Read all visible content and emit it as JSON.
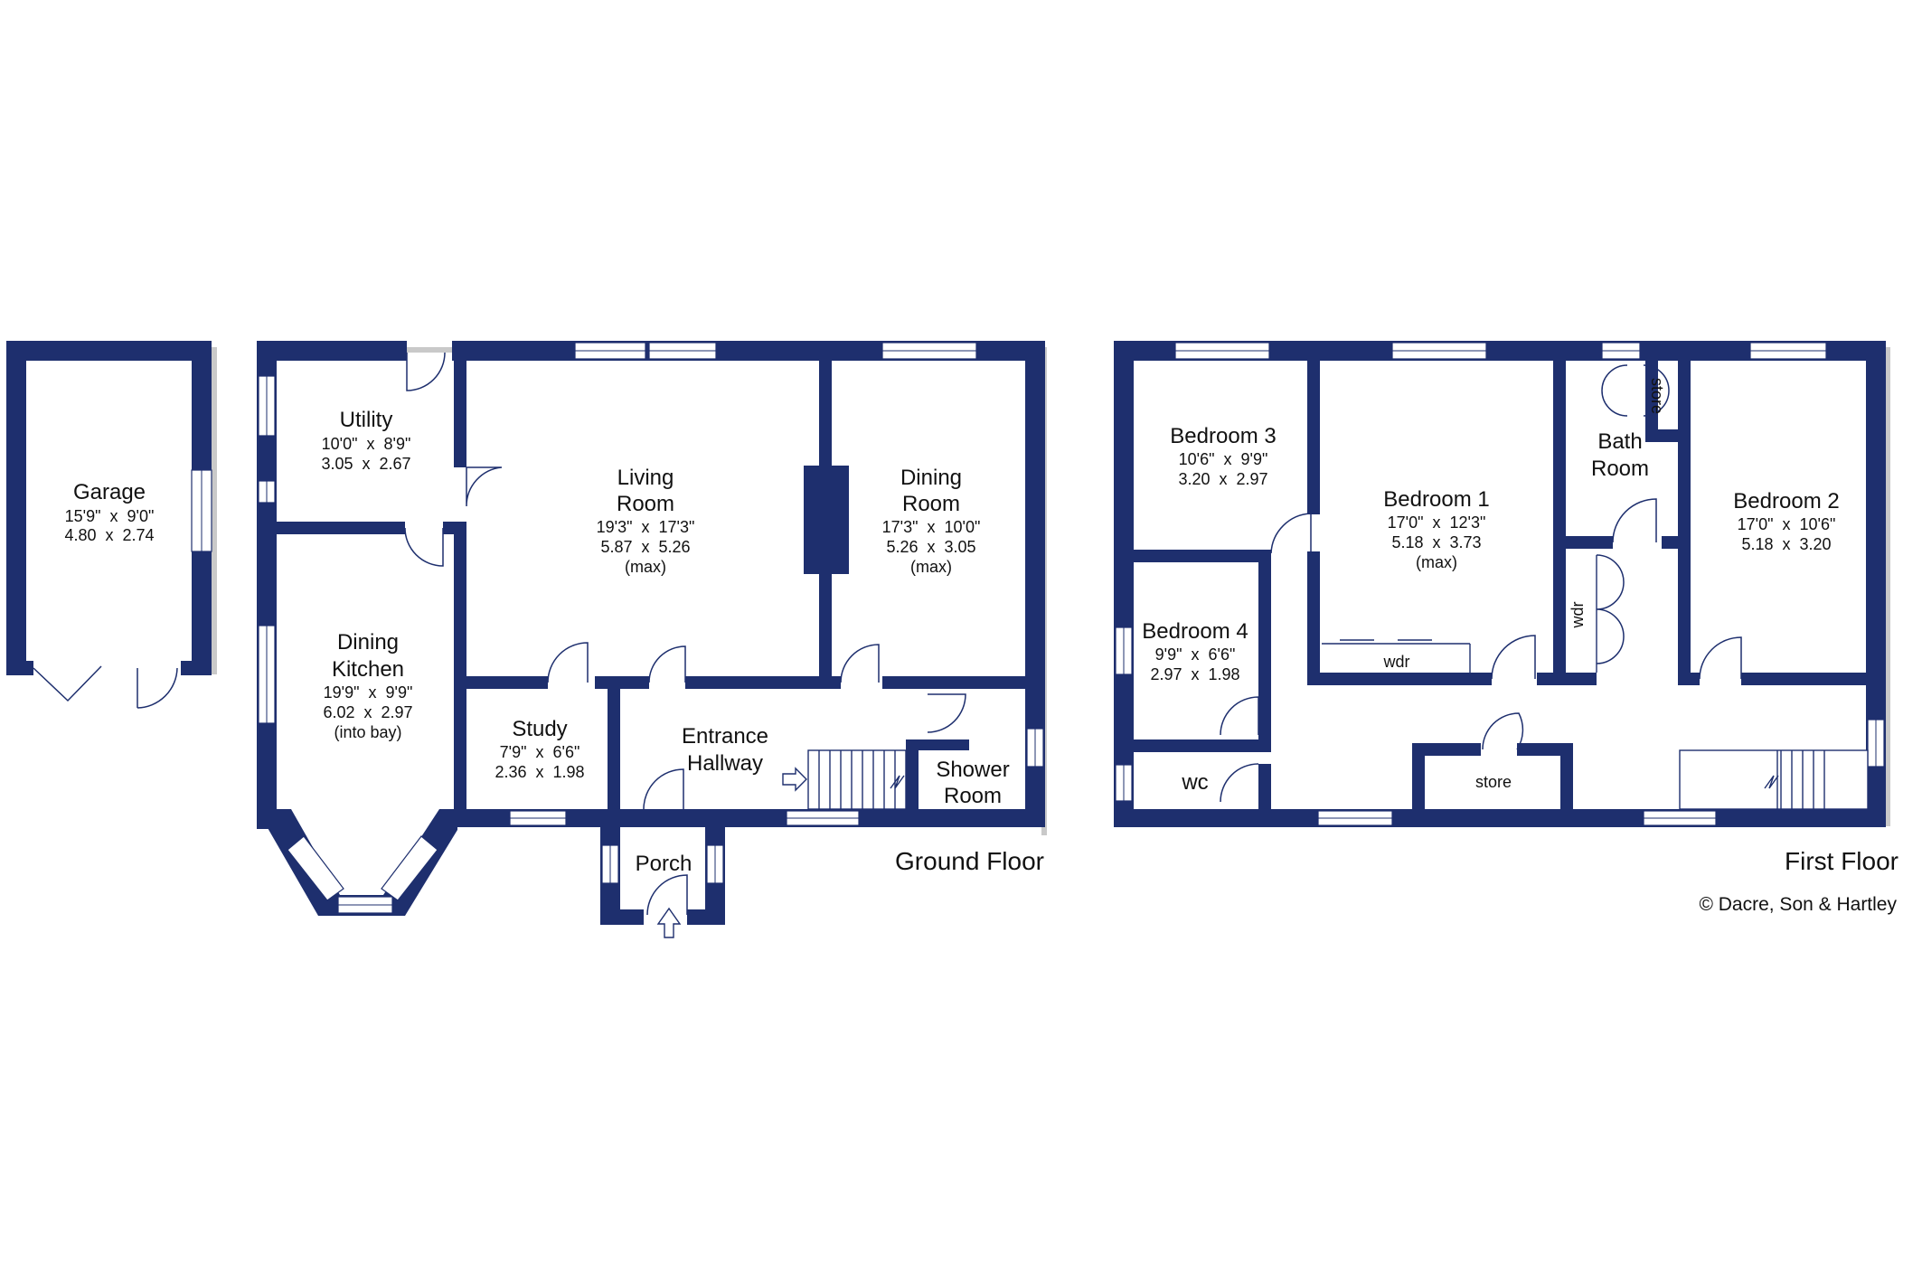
{
  "ground_floor": {
    "label": "Ground Floor",
    "garage": {
      "name": "Garage",
      "dim_imperial": "15'9\"  x  9'0\"",
      "dim_metric": "4.80  x  2.74"
    },
    "utility": {
      "name": "Utility",
      "dim_imperial": "10'0\"  x  8'9\"",
      "dim_metric": "3.05  x  2.67"
    },
    "living_room": {
      "name_line1": "Living",
      "name_line2": "Room",
      "dim_imperial": "19'3\"  x  17'3\"",
      "dim_metric": "5.87  x  5.26",
      "note": "(max)"
    },
    "dining_room": {
      "name_line1": "Dining",
      "name_line2": "Room",
      "dim_imperial": "17'3\"  x  10'0\"",
      "dim_metric": "5.26  x  3.05",
      "note": "(max)"
    },
    "dining_kitchen": {
      "name_line1": "Dining",
      "name_line2": "Kitchen",
      "dim_imperial": "19'9\"  x  9'9\"",
      "dim_metric": "6.02  x  2.97",
      "note": "(into bay)"
    },
    "study": {
      "name": "Study",
      "dim_imperial": "7'9\"  x  6'6\"",
      "dim_metric": "2.36  x  1.98"
    },
    "entrance_hallway": {
      "name_line1": "Entrance",
      "name_line2": "Hallway"
    },
    "shower_room": {
      "name_line1": "Shower",
      "name_line2": "Room"
    },
    "porch": {
      "name": "Porch"
    }
  },
  "first_floor": {
    "label": "First Floor",
    "bedroom3": {
      "name": "Bedroom 3",
      "dim_imperial": "10'6\"  x  9'9\"",
      "dim_metric": "3.20  x  2.97"
    },
    "bedroom1": {
      "name": "Bedroom 1",
      "dim_imperial": "17'0\"  x  12'3\"",
      "dim_metric": "5.18  x  3.73",
      "note": "(max)"
    },
    "bedroom2": {
      "name": "Bedroom 2",
      "dim_imperial": "17'0\"  x  10'6\"",
      "dim_metric": "5.18  x  3.20"
    },
    "bedroom4": {
      "name": "Bedroom 4",
      "dim_imperial": "9'9\"  x  6'6\"",
      "dim_metric": "2.97  x  1.98"
    },
    "bathroom": {
      "name_line1": "Bath",
      "name_line2": "Room"
    },
    "wc": {
      "name": "wc"
    },
    "store_landing": {
      "name": "store"
    },
    "store_bath": {
      "name": "store"
    },
    "wdr_bedroom1": {
      "name": "wdr"
    },
    "wdr_landing": {
      "name": "wdr"
    }
  },
  "copyright": "© Dacre, Son & Hartley",
  "colors": {
    "wall": "#1e2f6e",
    "background": "#ffffff",
    "shadow": "#c9c9c9"
  }
}
